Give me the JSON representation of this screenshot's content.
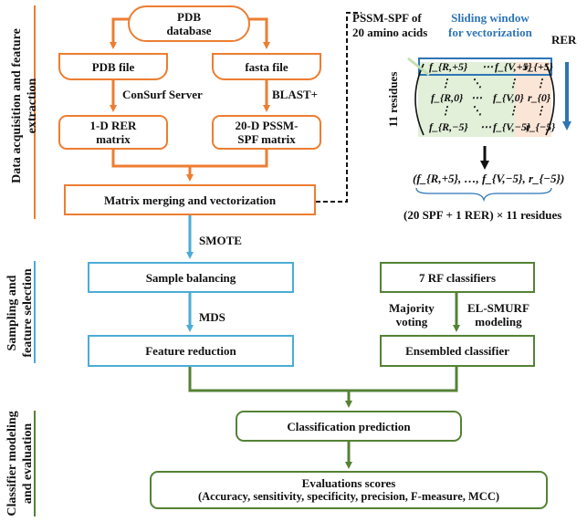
{
  "sections": {
    "data": "Data acquisition and feature\nextraction",
    "sampling": "Sampling and\nfeature selection",
    "classifier": "Classifier modeling\nand evaluation"
  },
  "nodes": {
    "pdb_db": "PDB\ndatabase",
    "pdb_file": "PDB file",
    "fasta_file": "fasta file",
    "rer_matrix": "1-D RER\nmatrix",
    "pssm_matrix": "20-D PSSM-\nSPF matrix",
    "merge": "Matrix merging and vectorization",
    "sample_balancing": "Sample balancing",
    "feature_reduction": "Feature reduction",
    "rf_classifiers": "7 RF classifiers",
    "ensembled": "Ensembled classifier",
    "prediction": "Classification prediction",
    "eval_title": "Evaluations scores",
    "eval_metrics": "(Accuracy, sensitivity, specificity, precision, F-measure, MCC)"
  },
  "edges": {
    "consurf": "ConSurf Server",
    "blast": "BLAST+",
    "smote": "SMOTE",
    "mds": "MDS",
    "majority": "Majority\nvoting",
    "elsmurf": "EL-SMURF\nmodeling"
  },
  "inset": {
    "pssm_label": "PSSM-SPF of\n20 amino acids",
    "sliding": "Sliding window\nfor vectorization",
    "rer": "RER",
    "residues": "11 residues",
    "formula": "(20 SPF + 1 RER) × 11 residues",
    "vector": "(f_{R,+5}, …, f_{V,−5}, r_{−5})",
    "matrix": {
      "r1": [
        "f_{R,+5}",
        "⋯",
        "f_{V,+5}",
        "r_{+5}"
      ],
      "r2": [
        "f_{R,0}",
        "⋯",
        "f_{V,0}",
        "r_{0}"
      ],
      "r3": [
        "f_{R,−5}",
        "⋯",
        "f_{V,−5}",
        "r_{−5}"
      ],
      "vdots": "⋮",
      "ddots": "⋱"
    }
  },
  "colors": {
    "orange": "#ED7D31",
    "blue": "#4BACD6",
    "green": "#548235",
    "inset_blue": "#2E75B6",
    "green_fill": "#E2EFD9",
    "peach_fill": "#FBE5D6"
  }
}
